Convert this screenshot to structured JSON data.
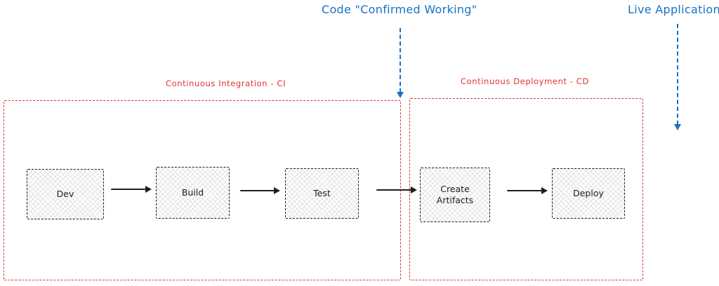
{
  "annotations": {
    "code_confirmed": "Code \"Confirmed Working\"",
    "live_application": "Live Application"
  },
  "groups": {
    "ci": {
      "label": "Continuous Integration - CI"
    },
    "cd": {
      "label": "Continuous Deployment - CD"
    }
  },
  "nodes": {
    "dev": {
      "label": "Dev"
    },
    "build": {
      "label": "Build"
    },
    "test": {
      "label": "Test"
    },
    "create_artifacts": {
      "label": "Create Artifacts"
    },
    "deploy": {
      "label": "Deploy"
    }
  },
  "colors": {
    "annotation_blue": "#1971c2",
    "group_red": "#e03131",
    "node_black": "#1e1e1e"
  }
}
